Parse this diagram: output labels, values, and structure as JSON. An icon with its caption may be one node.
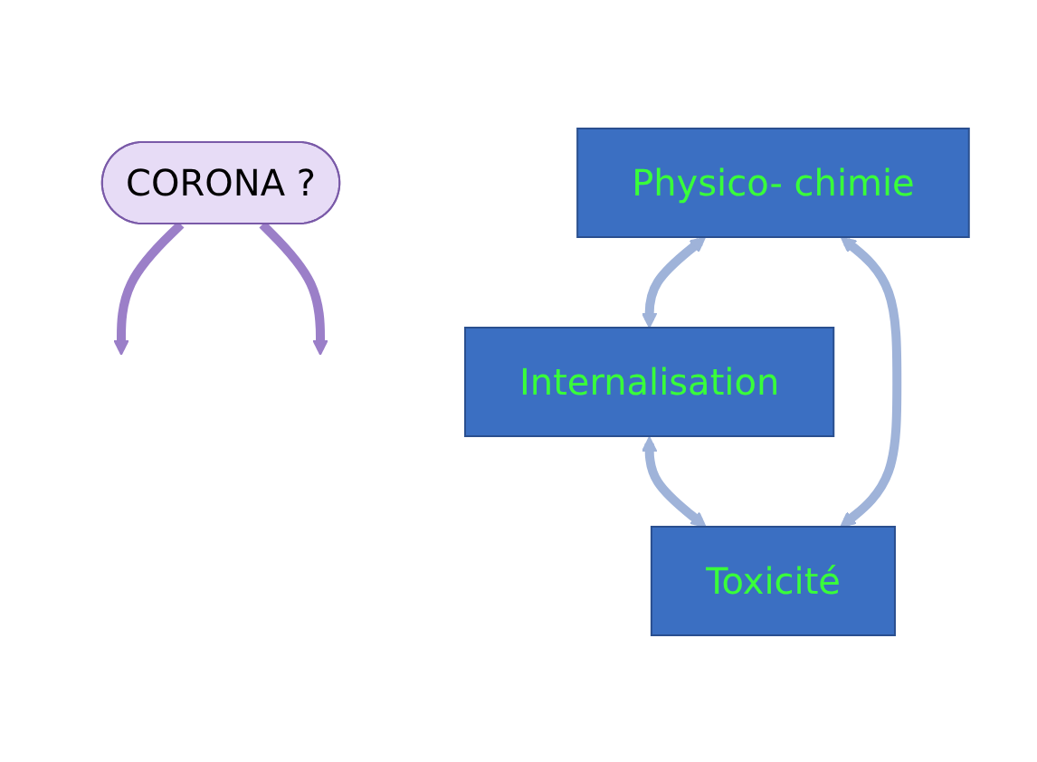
{
  "diagram": {
    "nodes": [
      {
        "text": [
          "Internalisation"
        ]
      },
      {
        "text": [
          "CORONA ?"
        ]
      },
      {
        "text": [
          "Physico- chimie"
        ]
      },
      {
        "text": [
          "Toxicité"
        ]
      }
    ],
    "edges": [
      {
        "from": 2,
        "to": 0,
        "arrow": "both"
      },
      {
        "from": 0,
        "to": 3,
        "arrow": "both"
      },
      {
        "from": 1,
        "to": null,
        "arrow": "to",
        "color": "#9b7fc8"
      },
      {
        "from": 1,
        "to": null,
        "arrow": "to",
        "color": "#9b7fc8"
      },
      {
        "from": 2,
        "to": 3,
        "arrow": "both"
      }
    ]
  }
}
